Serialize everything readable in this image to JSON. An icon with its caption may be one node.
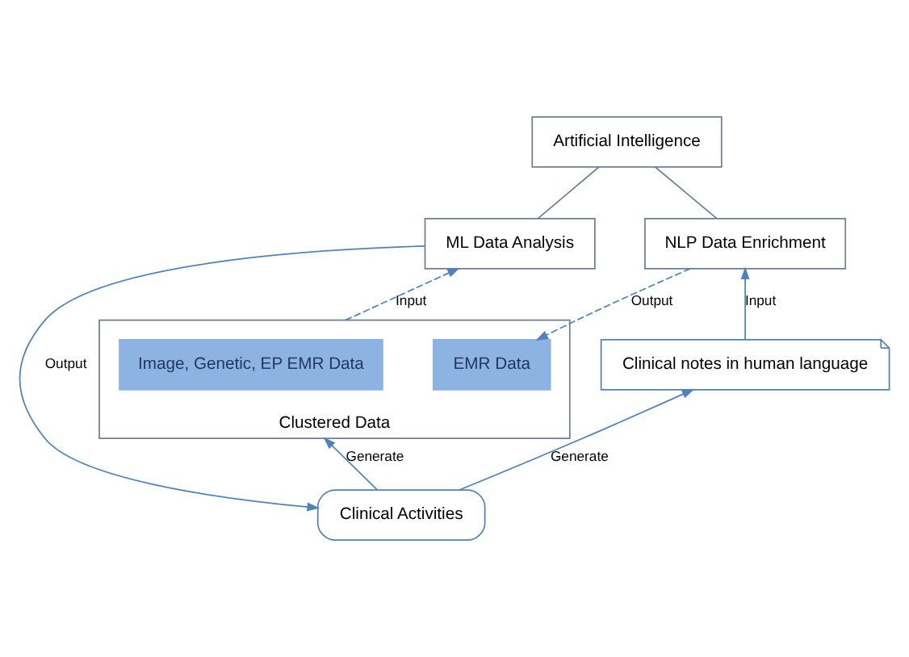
{
  "diagram": {
    "nodes": [
      {
        "text": [
          "Artificial Intelligence"
        ]
      },
      {
        "text": [
          "Clustered Data"
        ]
      },
      {
        "text": [
          "EMR Data"
        ],
        "in": 1
      },
      {
        "text": [
          "Image, Genetic, EP EMR Data"
        ],
        "in": 1
      },
      {
        "text": [
          "ML Data Analysis"
        ]
      },
      {
        "text": [
          "NLP Data Enrichment"
        ]
      },
      {
        "text": [
          "Clinical notes in human language"
        ]
      },
      {
        "text": [
          "Clinical Activities"
        ]
      }
    ],
    "edges": [
      {
        "from": 4,
        "to": 0,
        "arrow": "none",
        "color": "#6f7f90"
      },
      {
        "from": 5,
        "to": 0,
        "arrow": "none",
        "color": "#6f7f90"
      },
      {
        "from": 5,
        "to": 2,
        "arrow": "to",
        "label": "Output",
        "style": "dashed"
      },
      {
        "from": 1,
        "to": 4,
        "arrow": "to",
        "label": "Input",
        "style": "dashed"
      },
      {
        "from": 6,
        "to": 5,
        "arrow": "to",
        "label": "Input"
      },
      {
        "from": 7,
        "to": 1,
        "arrow": "to",
        "label": "Generate"
      },
      {
        "from": 4,
        "to": 7,
        "arrow": "to",
        "label": "Output"
      },
      {
        "from": 7,
        "to": 6,
        "arrow": "to",
        "label": "Generate"
      }
    ]
  }
}
